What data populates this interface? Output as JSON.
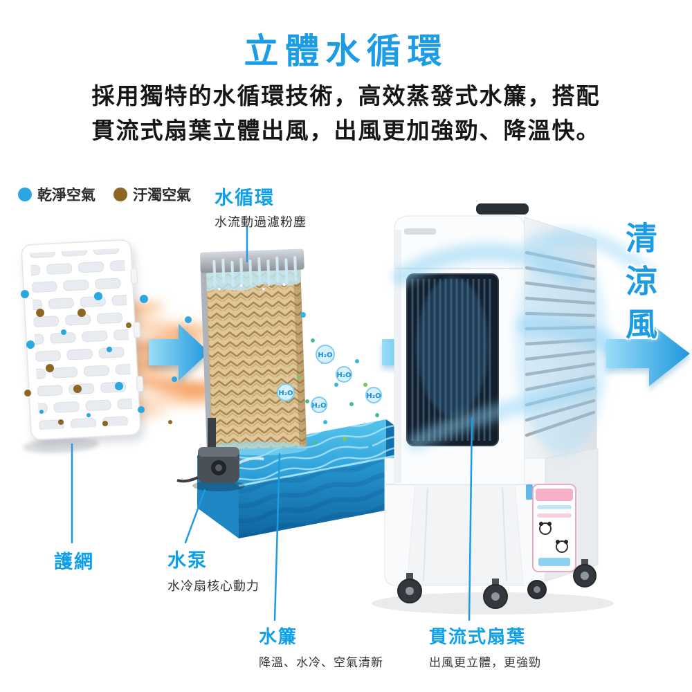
{
  "title": "立體水循環",
  "description": {
    "line1": "採用獨特的水循環技術，高效蒸發式水簾，搭配",
    "line2": "貫流式扇葉立體出風，出風更加強勁、降溫快。"
  },
  "legend": {
    "clean_air_label": "乾淨空氣",
    "dirty_air_label": "汙濁空氣"
  },
  "callouts": {
    "water_cycle": {
      "title": "水循環",
      "subtitle": "水流動過濾粉塵"
    },
    "grille": {
      "title": "護網"
    },
    "pump": {
      "title": "水泵",
      "subtitle": "水冷扇核心動力"
    },
    "water_curtain": {
      "title": "水簾",
      "subtitle": "降溫、水冷、空氣清新"
    },
    "crossflow_fan": {
      "title": "貫流式扇葉",
      "subtitle": "出風更立體，更強勁"
    },
    "cool_breeze": "清涼風"
  },
  "particles": {
    "h2o_label": "H₂O"
  },
  "colors": {
    "accent_blue": "#1B9CE5",
    "text_dark": "#161616",
    "clean_air_dot": "#2AA7E0",
    "dirty_air_dot": "#8B6723",
    "arrow_blue": "#2FA8E1",
    "water_blue": "#2B9FD9",
    "pad_tan": "#E0C79A",
    "warm_air": "#F8974B"
  }
}
